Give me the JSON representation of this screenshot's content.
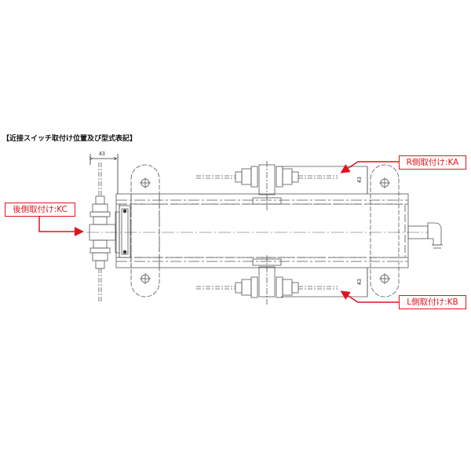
{
  "title": "【近接スイッチ取付け位置及び型式表記】",
  "callouts": {
    "rear": {
      "label": "後側取付け:KC",
      "code": "KC"
    },
    "right": {
      "label": "R側取付け:KA",
      "code": "KA"
    },
    "left": {
      "label": "L側取付け:KB",
      "code": "KB"
    }
  },
  "dimensions": {
    "rear_width": "43",
    "right_offset": "43",
    "left_offset": "43"
  },
  "colors": {
    "callout_red": "#e0141e",
    "line": "#444444"
  }
}
